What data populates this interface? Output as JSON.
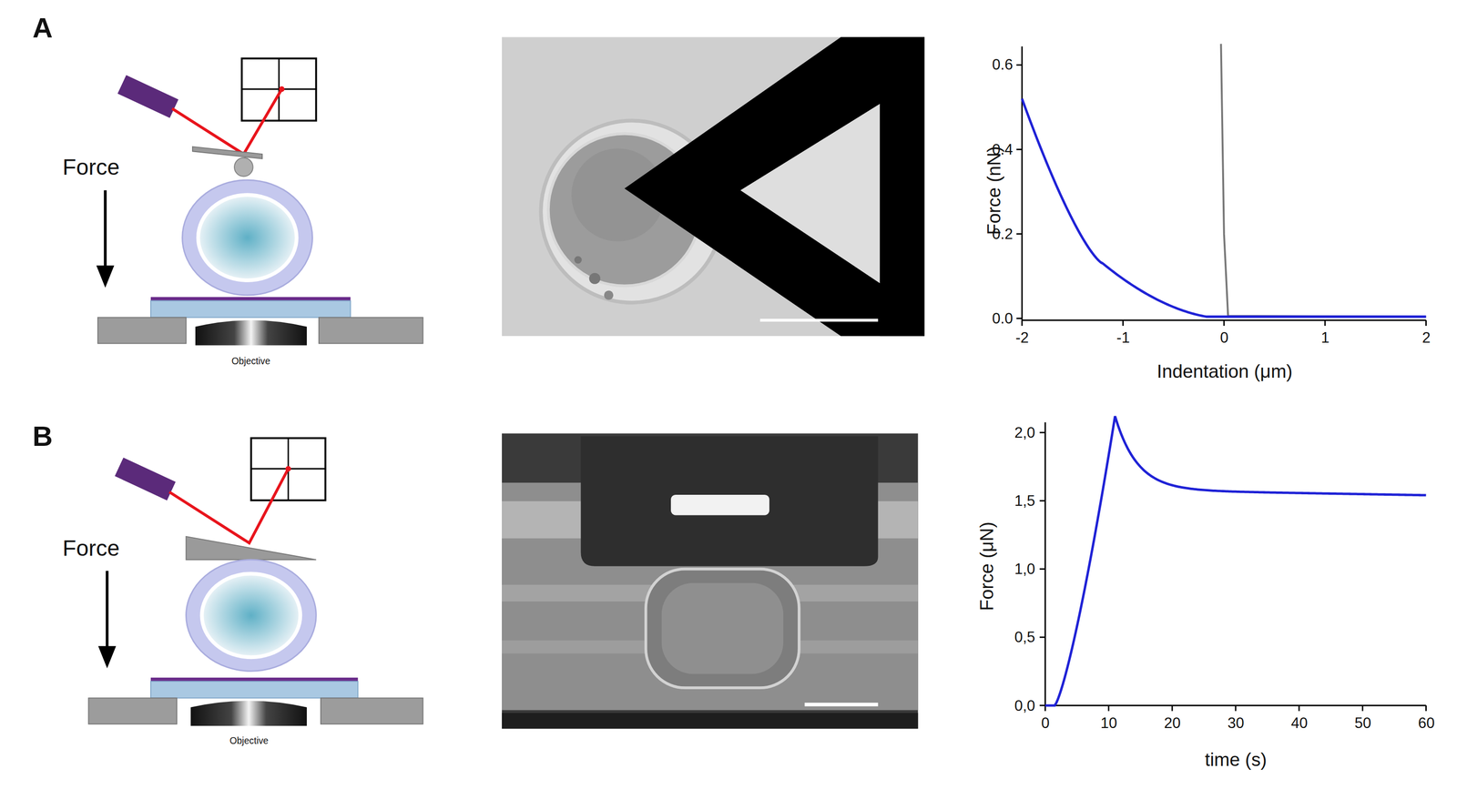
{
  "diagram": {
    "labels": [
      "A",
      "Force",
      "Objective",
      "Force (nN)",
      "0.0",
      "0.2",
      "0.4",
      "0.6",
      "-2",
      "-1",
      "0",
      "1",
      "2",
      "Indentation (μm)",
      "B",
      "Force",
      "Objective",
      "Force (μN)",
      "0,0",
      "0,5",
      "1,0",
      "1,5",
      "2,0",
      "0",
      "10",
      "20",
      "30",
      "40",
      "50",
      "60",
      "time (s)"
    ]
  }
}
